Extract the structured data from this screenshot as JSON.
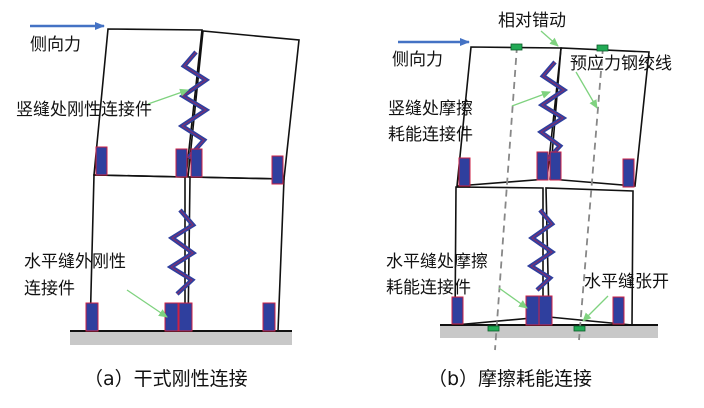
{
  "panel_a": {
    "force_label": "侧向力",
    "vertical_joint_label": "竖缝处刚性连接件",
    "horizontal_joint_label_line1": "水平缝外刚性",
    "horizontal_joint_label_line2": "连接件",
    "caption": "（a）干式刚性连接"
  },
  "panel_b": {
    "relative_slip_label": "相对错动",
    "force_label": "侧向力",
    "strand_label": "预应力钢绞线",
    "vertical_joint_label_line1": "竖缝处摩擦",
    "vertical_joint_label_line2": "耗能连接件",
    "horizontal_joint_label_line1": "水平缝处摩擦",
    "horizontal_joint_label_line2": "耗能连接件",
    "gap_label": "水平缝张开",
    "caption": "（b）摩擦耗能连接"
  },
  "colors": {
    "arrow": "#4472c4",
    "block_fill": "#2f3f9e",
    "block_edge": "#cc2244",
    "leader": "#7fd27f",
    "anchor": "#22aa55",
    "ground": "#c8c8c8",
    "strand": "#888888"
  }
}
